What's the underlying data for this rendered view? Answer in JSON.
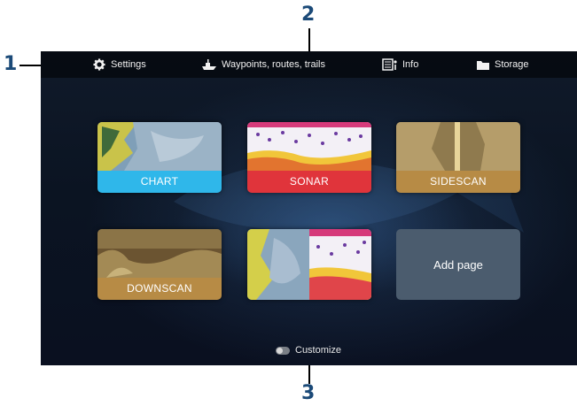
{
  "callouts": {
    "one": "1",
    "two": "2",
    "three": "3"
  },
  "topbar": {
    "settings": {
      "label": "Settings",
      "icon": "gear-icon"
    },
    "waypoints": {
      "label": "Waypoints, routes, trails",
      "icon": "boat-icon"
    },
    "info": {
      "label": "Info",
      "icon": "info-panel-icon"
    },
    "storage": {
      "label": "Storage",
      "icon": "folder-icon"
    }
  },
  "tiles": [
    {
      "label": "CHART",
      "color": "#2fb7ea"
    },
    {
      "label": "SONAR",
      "color": "#e0343b"
    },
    {
      "label": "SIDESCAN",
      "color": "#b78b45"
    },
    {
      "label": "DOWNSCAN",
      "color": "#b78b45"
    },
    {
      "label": "",
      "color": ""
    },
    {
      "label": "Add page",
      "color": "#4b5c6e"
    }
  ],
  "customize": {
    "label": "Customize",
    "icon": "toggle-icon"
  }
}
